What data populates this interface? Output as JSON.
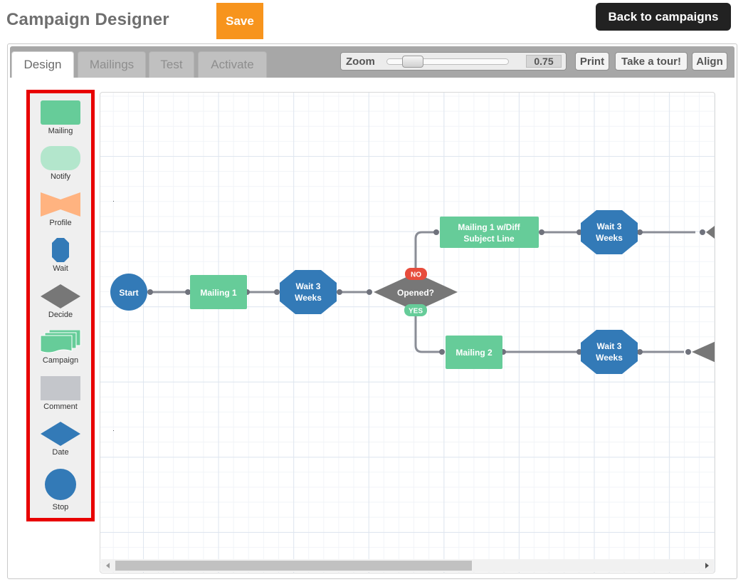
{
  "header": {
    "title": "Campaign Designer",
    "save_label": "Save",
    "back_label": "Back to campaigns"
  },
  "tabs": [
    {
      "label": "Design",
      "active": true
    },
    {
      "label": "Mailings",
      "active": false
    },
    {
      "label": "Test",
      "active": false
    },
    {
      "label": "Activate",
      "active": false
    }
  ],
  "toolbar": {
    "zoom_label": "Zoom",
    "zoom_value": "0.75",
    "print_label": "Print",
    "tour_label": "Take a tour!",
    "align_label": "Align"
  },
  "palette": {
    "items": [
      {
        "label": "Mailing",
        "icon": "mailing-shape-icon",
        "color": "#66cc99"
      },
      {
        "label": "Notify",
        "icon": "notify-shape-icon",
        "color": "#b3e6cc"
      },
      {
        "label": "Profile",
        "icon": "profile-shape-icon",
        "color": "#ffb380"
      },
      {
        "label": "Wait",
        "icon": "wait-octagon-icon",
        "color": "#337ab7"
      },
      {
        "label": "Decide",
        "icon": "decide-diamond-icon",
        "color": "#777777"
      },
      {
        "label": "Campaign",
        "icon": "campaign-shape-icon",
        "color": "#66cc99"
      },
      {
        "label": "Comment",
        "icon": "comment-shape-icon",
        "color": "#c4c6cb"
      },
      {
        "label": "Date",
        "icon": "date-diamond-icon",
        "color": "#337ab7"
      },
      {
        "label": "Stop",
        "icon": "stop-circle-icon",
        "color": "#337ab7"
      }
    ]
  },
  "diagram": {
    "start_label": "Start",
    "mailing1_label": "Mailing 1",
    "wait1_line1": "Wait 3",
    "wait1_line2": "Weeks",
    "decide_label": "Opened?",
    "no_label": "NO",
    "yes_label": "YES",
    "mailing_diff_line1": "Mailing 1 w/Diff",
    "mailing_diff_line2": "Subject Line",
    "wait2_line1": "Wait 3",
    "wait2_line2": "Weeks",
    "mailing2_label": "Mailing 2",
    "wait3_line1": "Wait 3",
    "wait3_line2": "Weeks"
  },
  "colors": {
    "accent_save": "#f7941d",
    "mailing_green": "#66cc99",
    "wait_blue": "#337ab7",
    "decide_gray": "#777777",
    "no_red": "#e74c3c",
    "yes_green": "#66cc99",
    "palette_highlight": "#e80000"
  }
}
